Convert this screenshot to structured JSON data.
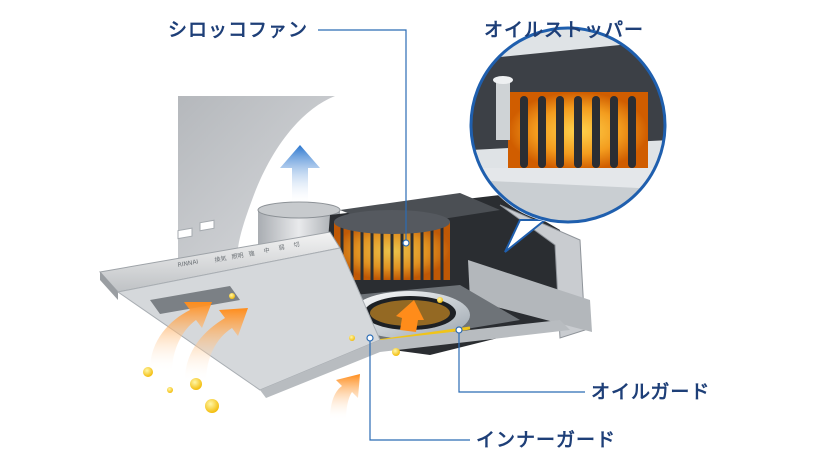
{
  "labels": {
    "sirocco_fan": "シロッコファン",
    "oil_stopper": "オイルストッパー",
    "oil_guard": "オイルガード",
    "inner_guard": "インナーガード"
  },
  "control_panel": {
    "brand": "RINNAI",
    "buttons": [
      "換気",
      "照明",
      "強",
      "中",
      "弱",
      "切"
    ]
  },
  "colors": {
    "label_text": "#1e3f78",
    "leader_line": "#2b6cb5",
    "airflow_orange": "#ff9a2e",
    "exhaust_blue": "#2a76cf",
    "zoom_circle_stroke": "#1f5fae"
  }
}
